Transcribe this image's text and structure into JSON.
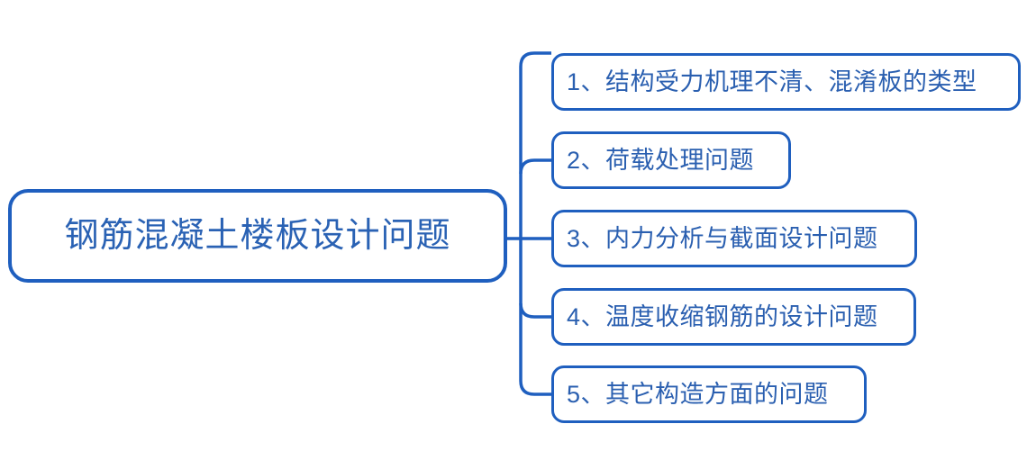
{
  "diagram": {
    "type": "mind-map",
    "title": "钢筋混凝土楼板设计问题",
    "orientation": "left-to-right",
    "colors": {
      "node_border": "#1f5fbf",
      "node_fill": "#ffffff",
      "text": "#2a5fb0",
      "connector": "#1f5fbf",
      "background": "#ffffff"
    },
    "root": {
      "label": "钢筋混凝土楼板设计问题"
    },
    "branches": [
      {
        "index": "1",
        "label": "1、结构受力机理不清、混淆板的类型"
      },
      {
        "index": "2",
        "label": "2、荷载处理问题"
      },
      {
        "index": "3",
        "label": "3、内力分析与截面设计问题"
      },
      {
        "index": "4",
        "label": "4、温度收缩钢筋的设计问题"
      },
      {
        "index": "5",
        "label": "5、其它构造方面的问题"
      }
    ]
  }
}
